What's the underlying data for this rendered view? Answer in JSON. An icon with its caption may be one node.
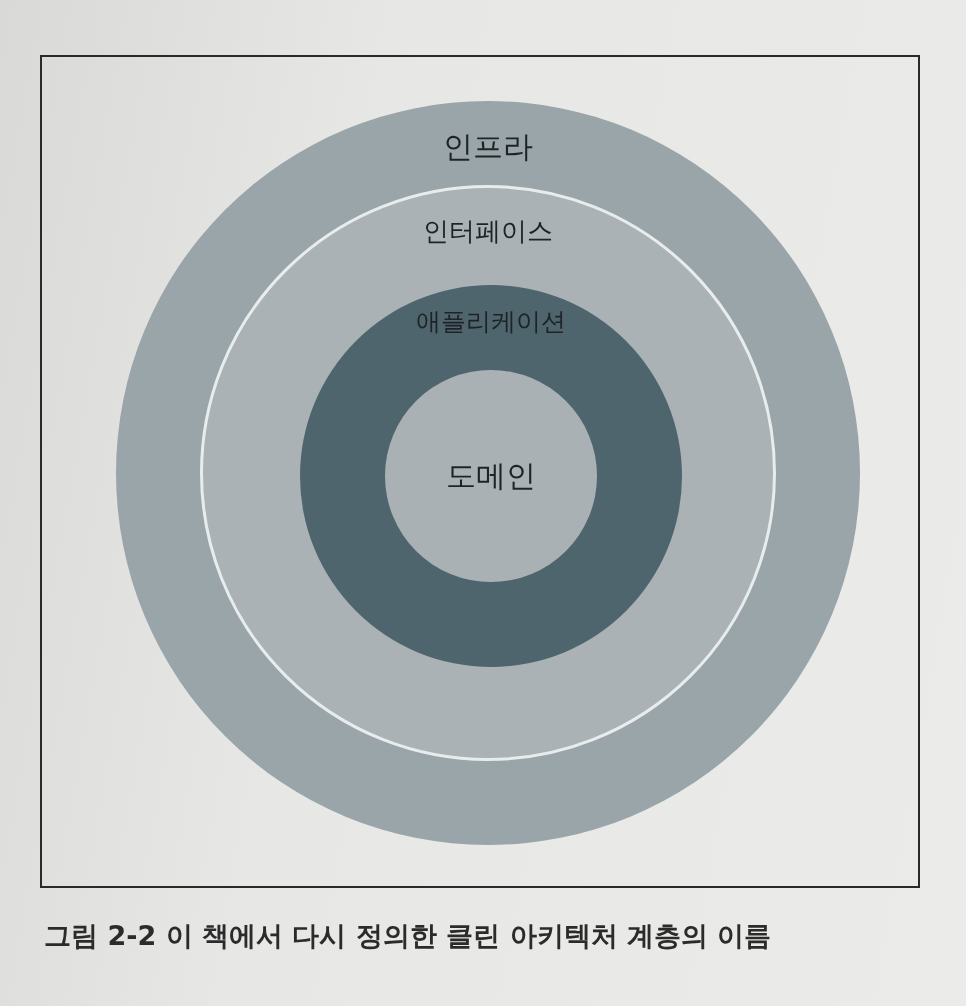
{
  "diagram": {
    "caption": "그림 2-2  이 책에서 다시 정의한 클린 아키텍처 계층의 이름",
    "nodes": [
      {
        "text": [
          "인프라"
        ]
      },
      {
        "text": [
          "인터페이스"
        ],
        "in": 0
      },
      {
        "text": [
          "애플리케이션"
        ],
        "in": 1
      },
      {
        "text": [
          "도메인"
        ],
        "in": 2
      }
    ]
  }
}
